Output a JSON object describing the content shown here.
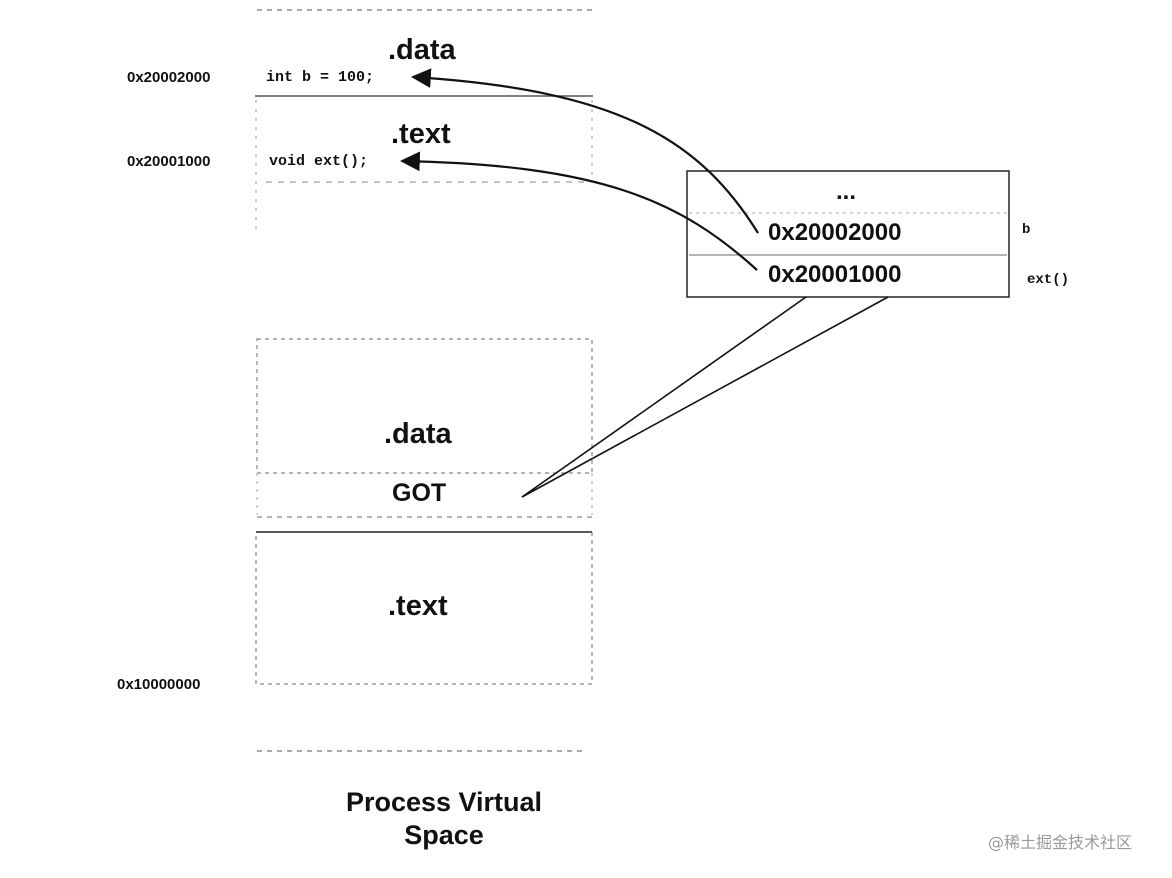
{
  "lib_region": {
    "data_section": ".data",
    "data_address": "0x20002000",
    "data_code": "int b = 100;",
    "text_section": ".text",
    "text_address": "0x20001000",
    "text_code": "void ext();"
  },
  "got_table": {
    "ellipsis": "...",
    "entries": [
      {
        "value": "0x20002000",
        "symbol": "b"
      },
      {
        "value": "0x20001000",
        "symbol": "ext()"
      }
    ]
  },
  "exe_region": {
    "data_section": ".data",
    "got_label": "GOT",
    "text_section": ".text",
    "base_address": "0x10000000"
  },
  "caption": [
    "Process Virtual",
    "Space"
  ],
  "watermark": "@稀土掘金技术社区"
}
